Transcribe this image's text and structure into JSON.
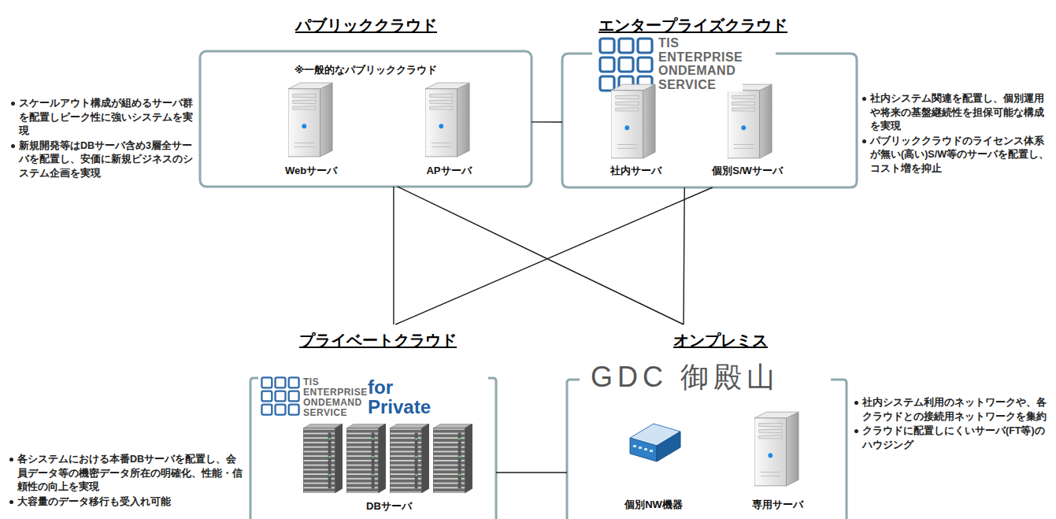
{
  "diagram": {
    "nodes": [
      {
        "text": [
          "パブリッククラウド",
          "※一般的なパブリッククラウド"
        ]
      },
      {
        "text": [
          "Webサーバ"
        ],
        "in": 0
      },
      {
        "text": [
          "APサーバ"
        ],
        "in": 0
      },
      {
        "text": [
          "エンタープライズクラウド",
          "TIS ENTERPRISE ONDEMAND SERVICE"
        ]
      },
      {
        "text": [
          "社内サーバ"
        ],
        "in": 3
      },
      {
        "text": [
          "個別S/Wサーバ"
        ],
        "in": 3
      },
      {
        "text": [
          "プライベートクラウド",
          "TIS ENTERPRISE ONDEMAND SERVICE",
          "for Private"
        ]
      },
      {
        "text": [
          "DBサーバ"
        ],
        "in": 6
      },
      {
        "text": [
          "オンプレミス",
          "GDC 御殿山"
        ]
      },
      {
        "text": [
          "個別NW機器"
        ],
        "in": 8
      },
      {
        "text": [
          "専用サーバ"
        ],
        "in": 8
      }
    ],
    "edges": [
      {
        "from": 0,
        "to": 3,
        "arrow": "none"
      },
      {
        "from": 0,
        "to": 6,
        "arrow": "none"
      },
      {
        "from": 0,
        "to": 8,
        "arrow": "none"
      },
      {
        "from": 3,
        "to": 6,
        "arrow": "none"
      },
      {
        "from": 3,
        "to": 8,
        "arrow": "none"
      },
      {
        "from": 6,
        "to": 8,
        "arrow": "none"
      }
    ],
    "labels": [
      "スケールアウト構成が組めるサーバ群を配置しピーク性に強いシステムを実現",
      "新規開発等はDBサーバ含め3層全サーバを配置し、安価に新規ビジネスのシステム企画を実現",
      "社内システム関連を配置し、個別運用や将来の基盤継続性を担保可能な構成を実現",
      "パブリッククラウドのライセンス体系が無い(高い)S/W等のサーバを配置し、コスト増を抑止",
      "各システムにおける本番DBサーバを配置し、会員データ等の機密データ所在の明確化、性能・信頼性の向上を実現",
      "大容量のデータ移行も受入れ可能",
      "社内システム利用のネットワークや、各クラウドとの接続用ネットワークを集約",
      "クラウドに配置しにくいサーバ(FT等)のハウジング"
    ]
  }
}
